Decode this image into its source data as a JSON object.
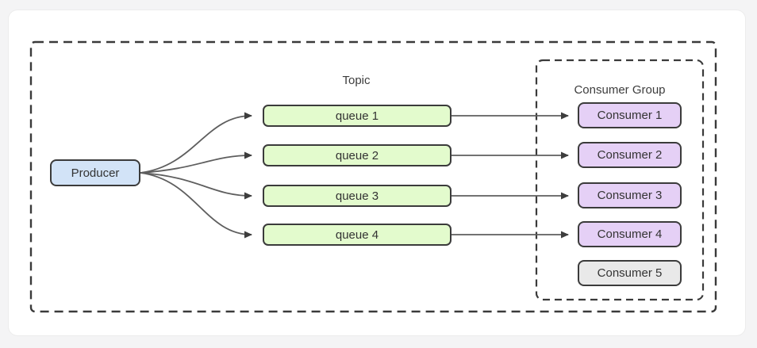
{
  "diagram": {
    "labels": {
      "topic": "Topic",
      "consumer_group": "Consumer Group"
    },
    "producer": {
      "label": "Producer"
    },
    "queues": [
      {
        "label": "queue 1"
      },
      {
        "label": "queue 2"
      },
      {
        "label": "queue 3"
      },
      {
        "label": "queue 4"
      }
    ],
    "consumers": [
      {
        "label": "Consumer 1",
        "state": "active"
      },
      {
        "label": "Consumer 2",
        "state": "active"
      },
      {
        "label": "Consumer 3",
        "state": "active"
      },
      {
        "label": "Consumer 4",
        "state": "active"
      },
      {
        "label": "Consumer 5",
        "state": "idle"
      }
    ],
    "colors": {
      "producer_fill": "#d2e3f7",
      "queue_fill": "#e3fbcd",
      "consumer_fill": "#e5d0f6",
      "idle_consumer_fill": "#e9e9e9",
      "node_border": "#3b3b3b",
      "dashed_border": "#3a3a3a",
      "arrow_line": "#5e5e5e",
      "arrow_head": "#3d3d3d",
      "card_background": "#ffffff",
      "page_background": "#f4f4f5"
    }
  }
}
